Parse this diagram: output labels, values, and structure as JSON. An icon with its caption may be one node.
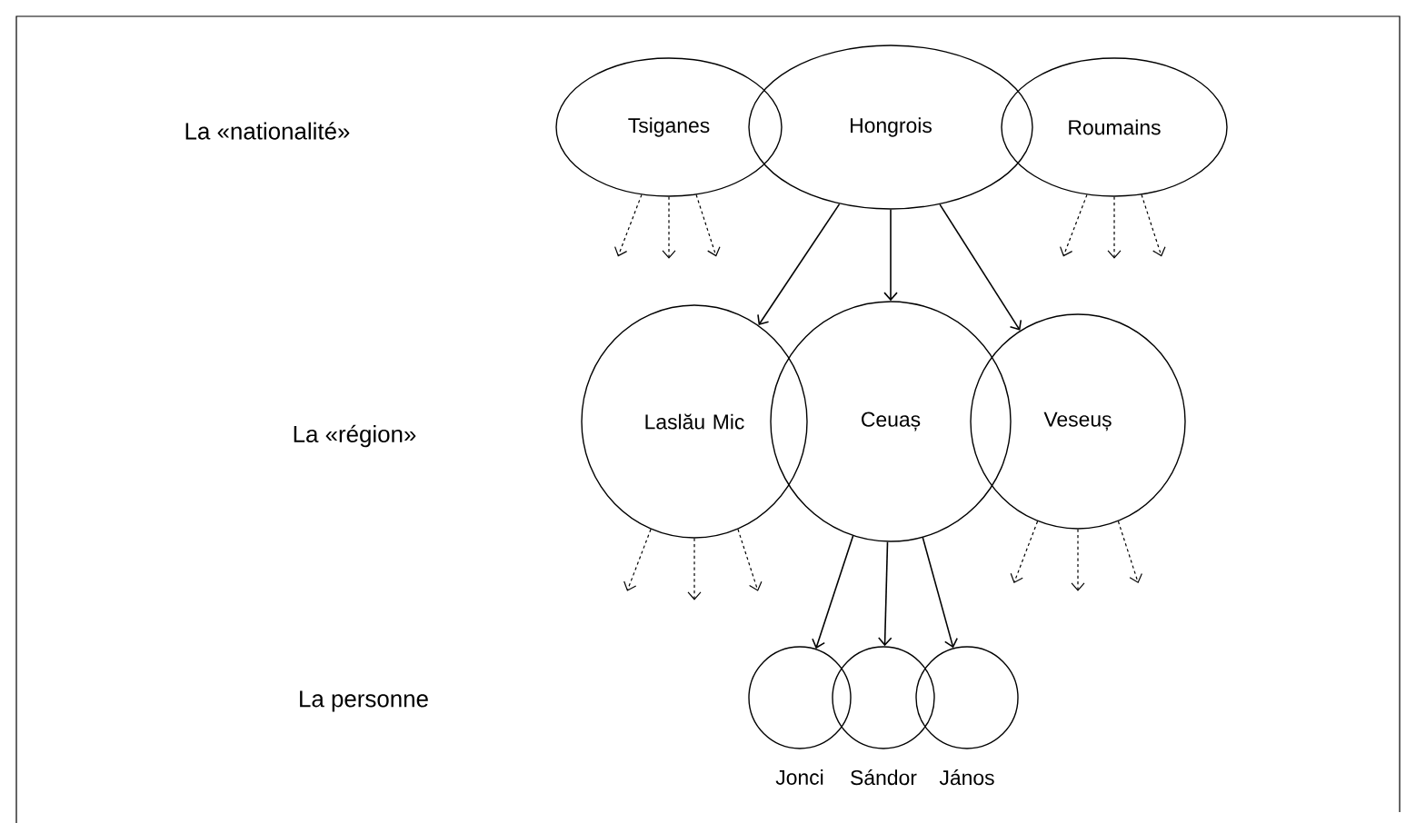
{
  "diagram": {
    "nodes": [
      {
        "text": [
          "Tsiganes"
        ]
      },
      {
        "text": [
          "Hongrois"
        ]
      },
      {
        "text": [
          "Roumains"
        ]
      },
      {
        "text": [
          "Laslău Mic"
        ]
      },
      {
        "text": [
          "Ceuaș"
        ]
      },
      {
        "text": [
          "Veseuș"
        ]
      },
      {
        "text": [],
        "shape": "circle",
        "beside": [
          "Jonci"
        ]
      },
      {
        "text": [],
        "shape": "circle",
        "beside": [
          "Sándor"
        ]
      },
      {
        "text": [],
        "shape": "circle",
        "beside": [
          "János"
        ]
      }
    ],
    "edges": [
      {
        "from": 1,
        "to": 3,
        "arrow": "to"
      },
      {
        "from": 1,
        "to": 4,
        "arrow": "to"
      },
      {
        "from": 1,
        "to": 5,
        "arrow": "to"
      },
      {
        "from": 4,
        "to": 6,
        "arrow": "to"
      },
      {
        "from": 4,
        "to": 7,
        "arrow": "to"
      },
      {
        "from": 4,
        "to": 8,
        "arrow": "to"
      },
      {
        "from": 0,
        "to": null,
        "arrow": "to",
        "style": "dashed"
      },
      {
        "from": 0,
        "to": null,
        "arrow": "to",
        "style": "dashed"
      },
      {
        "from": 0,
        "to": null,
        "arrow": "to",
        "style": "dashed"
      },
      {
        "from": 2,
        "to": null,
        "arrow": "to",
        "style": "dashed"
      },
      {
        "from": 2,
        "to": null,
        "arrow": "to",
        "style": "dashed"
      },
      {
        "from": 2,
        "to": null,
        "arrow": "to",
        "style": "dashed"
      },
      {
        "from": 3,
        "to": null,
        "arrow": "to",
        "style": "dashed"
      },
      {
        "from": 3,
        "to": null,
        "arrow": "to",
        "style": "dashed"
      },
      {
        "from": 3,
        "to": null,
        "arrow": "to",
        "style": "dashed"
      },
      {
        "from": 5,
        "to": null,
        "arrow": "to",
        "style": "dashed"
      },
      {
        "from": 5,
        "to": null,
        "arrow": "to",
        "style": "dashed"
      },
      {
        "from": 5,
        "to": null,
        "arrow": "to",
        "style": "dashed"
      }
    ],
    "labels": [
      "La «nationalité»",
      "La «région»",
      "La personne"
    ]
  }
}
